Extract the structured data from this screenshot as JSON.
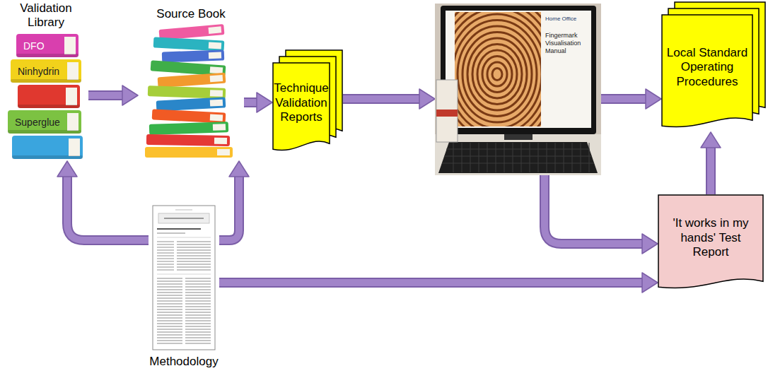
{
  "diagram": {
    "nodes": [
      {
        "text": [
          "Validation Library",
          "DFO",
          "Ninhydrin",
          "Superglue"
        ]
      },
      {
        "text": [
          "Source Book"
        ]
      },
      {
        "text": [
          "Technique Validation Reports"
        ]
      },
      {
        "text": [
          "Home Office",
          "Fingermark Visualisation Manual"
        ]
      },
      {
        "text": [
          "Local Standard Operating Procedures"
        ]
      },
      {
        "text": [
          "'It works in my hands' Test Report"
        ]
      },
      {
        "text": [
          "Methodology"
        ]
      }
    ],
    "edges": [
      {
        "from": 0,
        "to": 1,
        "arrow": "to"
      },
      {
        "from": 1,
        "to": 2,
        "arrow": "to"
      },
      {
        "from": 2,
        "to": 3,
        "arrow": "to"
      },
      {
        "from": 3,
        "to": 4,
        "arrow": "to"
      },
      {
        "from": 3,
        "to": 5,
        "arrow": "to"
      },
      {
        "from": 5,
        "to": 4,
        "arrow": "to"
      },
      {
        "from": 6,
        "to": 0,
        "arrow": "to"
      },
      {
        "from": 6,
        "to": 1,
        "arrow": "to"
      },
      {
        "from": 6,
        "to": 5,
        "arrow": "to"
      }
    ]
  }
}
